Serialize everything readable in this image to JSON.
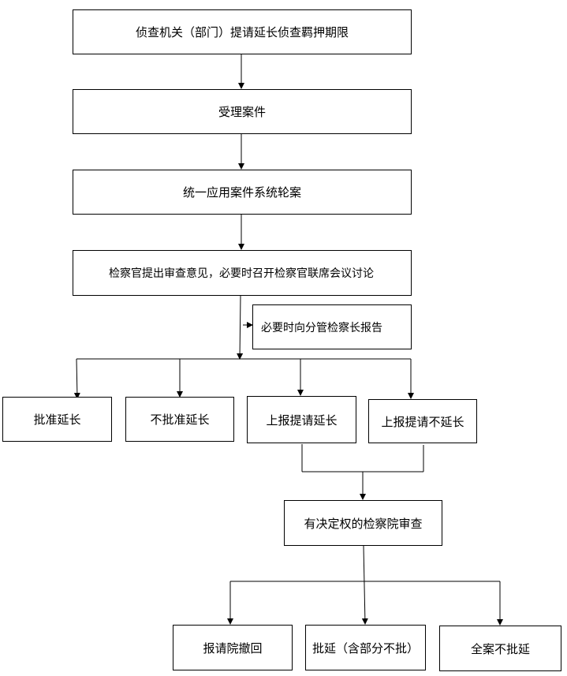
{
  "nodes": {
    "apply": "侦查机关（部门）提请延长侦查羁押期限",
    "accept": "受理案件",
    "system": "统一应用案件系统轮案",
    "opinion": "检察官提出审查意见，必要时召开检察官联席会议讨论",
    "report": "必要时向分管检察长报告",
    "approve": "批准延长",
    "reject": "不批准延长",
    "escalate_extend": "上报提请延长",
    "escalate_noextend": "上报提请不延长",
    "review": "有决定权的检察院审查",
    "withdraw": "报请院撤回",
    "partial": "批延（含部分不批）",
    "reject_all": "全案不批延"
  },
  "colors": {
    "line": "#000000",
    "box_border": "#000000",
    "background": "#ffffff"
  }
}
